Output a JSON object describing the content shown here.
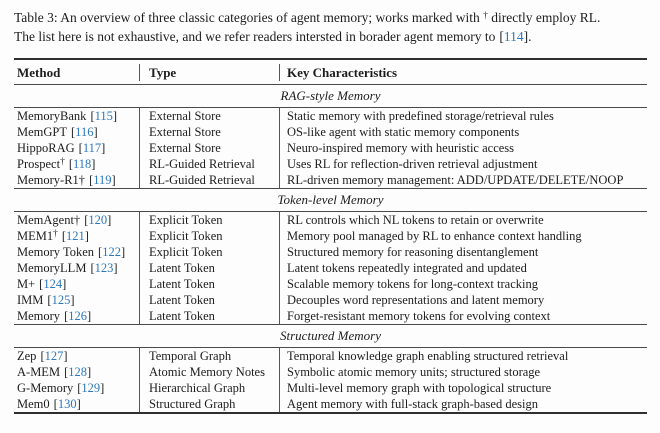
{
  "caption": {
    "line1_before_dagger": "Table 3: An overview of three classic categories of agent memory; works marked with ",
    "dagger": "†",
    "line1_after_dagger": " directly employ RL.",
    "line2_text": "The list here is not exhaustive, and we refer readers intersted in borader agent memory to",
    "line2_cite": "114",
    "line2_end": "."
  },
  "table": {
    "citation_color": "#2d78b9",
    "headers": {
      "method": "Method",
      "type": "Type",
      "key": "Key Characteristics"
    },
    "sections": [
      {
        "title": "RAG-style Memory",
        "rows": [
          {
            "method": "MemoryBank",
            "sup": "",
            "cite": "115",
            "type": "External Store",
            "desc": "Static memory with predefined storage/retrieval rules"
          },
          {
            "method": "MemGPT",
            "sup": "",
            "cite": "116",
            "type": "External Store",
            "desc": "OS-like agent with static memory components"
          },
          {
            "method": "HippoRAG",
            "sup": "",
            "cite": "117",
            "type": "External Store",
            "desc": "Neuro-inspired memory with heuristic access"
          },
          {
            "method": "Prospect",
            "sup": "†",
            "cite": "118",
            "type": "RL-Guided Retrieval",
            "desc": "Uses RL for reflection-driven retrieval adjustment"
          },
          {
            "method": "Memory-R1†",
            "sup": "",
            "cite": "119",
            "type": "RL-Guided Retrieval",
            "desc": "RL-driven memory management: ADD/UPDATE/DELETE/NOOP"
          }
        ]
      },
      {
        "title": "Token-level Memory",
        "rows": [
          {
            "method": "MemAgent†",
            "sup": "",
            "cite": "120",
            "type": "Explicit Token",
            "desc": "RL controls which NL tokens to retain or overwrite"
          },
          {
            "method": "MEM1",
            "sup": "†",
            "cite": "121",
            "type": "Explicit Token",
            "desc": "Memory pool managed by RL to enhance context handling"
          },
          {
            "method": "Memory Token",
            "sup": "",
            "cite": "122",
            "type": "Explicit Token",
            "desc": "Structured memory for reasoning disentanglement"
          },
          {
            "method": "MemoryLLM",
            "sup": "",
            "cite": "123",
            "type": "Latent Token",
            "desc": "Latent tokens repeatedly integrated and updated"
          },
          {
            "method": "M+",
            "sup": "",
            "cite": "124",
            "type": "Latent Token",
            "desc": "Scalable memory tokens for long-context tracking"
          },
          {
            "method": "IMM",
            "sup": "",
            "cite": "125",
            "type": "Latent Token",
            "desc": "Decouples word representations and latent memory"
          },
          {
            "method": "Memory",
            "sup": "",
            "cite": "126",
            "type": "Latent Token",
            "desc": "Forget-resistant memory tokens for evolving context"
          }
        ]
      },
      {
        "title": "Structured Memory",
        "rows": [
          {
            "method": "Zep",
            "sup": "",
            "cite": "127",
            "type": "Temporal Graph",
            "desc": "Temporal knowledge graph enabling structured retrieval"
          },
          {
            "method": "A-MEM",
            "sup": "",
            "cite": "128",
            "type": "Atomic Memory Notes",
            "desc": "Symbolic atomic memory units; structured storage"
          },
          {
            "method": "G-Memory",
            "sup": "",
            "cite": "129",
            "type": "Hierarchical Graph",
            "desc": "Multi-level memory graph with topological structure"
          },
          {
            "method": "Mem0",
            "sup": "",
            "cite": "130",
            "type": "Structured Graph",
            "desc": "Agent memory with full-stack graph-based design"
          }
        ]
      }
    ]
  }
}
